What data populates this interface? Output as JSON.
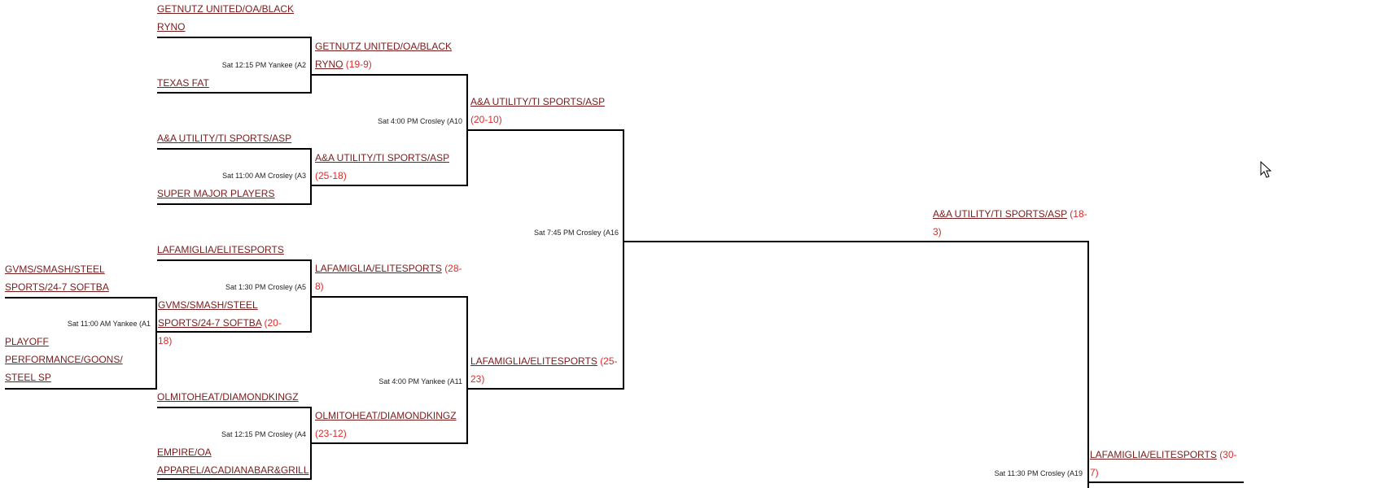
{
  "bracket": {
    "r1": {
      "a2_top": "GETNUTZ UNITED/OA/BLACK RYNO",
      "a2_bottom": "TEXAS FAT",
      "a3_top": "A&A UTILITY/TI SPORTS/ASP",
      "a3_bottom": "SUPER MAJOR PLAYERS",
      "a5_top": "LAFAMIGLIA/ELITESPORTS",
      "a4_top": "OLMITOHEAT/DIAMONDKINGZ",
      "a4_bottom": "EMPIRE/OA APPAREL/ACADIANABAR&GRILL"
    },
    "r0": {
      "a1_top": "GVMS/SMASH/STEEL SPORTS/24-7 SOFTBA",
      "a1_bottom": "PLAYOFF PERFORMANCE/GOONS/ STEEL SP"
    },
    "games": {
      "a1": "Sat 11:00 AM Yankee   (A1",
      "a2": "Sat 12:15 PM Yankee   (A2",
      "a3": "Sat 11:00 AM Crosley   (A3",
      "a5": "Sat 1:30 PM Crosley   (A5",
      "a4": "Sat 12:15 PM Crosley   (A4",
      "a10": "Sat 4:00 PM Crosley   (A10",
      "a11": "Sat 4:00 PM Yankee   (A11",
      "a16": "Sat 7:45 PM Crosley   (A16",
      "a19": "Sat 11:30 PM Crosley   (A19"
    },
    "winners": {
      "a1": {
        "team": "GVMS/SMASH/STEEL SPORTS/24-7 SOFTBA",
        "score": "(20-18)"
      },
      "a2": {
        "team": "GETNUTZ UNITED/OA/BLACK RYNO",
        "score": "(19-9)"
      },
      "a3": {
        "team": "A&A UTILITY/TI SPORTS/ASP",
        "score": "(25-18)"
      },
      "a5": {
        "team": "LAFAMIGLIA/ELITESPORTS",
        "score": "(28-8)"
      },
      "a4": {
        "team": "OLMITOHEAT/DIAMONDKINGZ",
        "score": "(23-12)"
      },
      "a10": {
        "team": "A&A UTILITY/TI SPORTS/ASP",
        "score": "(20-10)"
      },
      "a11": {
        "team": "LAFAMIGLIA/ELITESPORTS",
        "score": "(25-23)"
      },
      "a16": {
        "team": "A&A UTILITY/TI SPORTS/ASP",
        "score": "(18-3)"
      },
      "a19": {
        "team": "LAFAMIGLIA/ELITESPORTS",
        "score": "(30-7)"
      }
    }
  },
  "colors": {
    "link": "#7a1b1b",
    "score": "#e0292a",
    "line": "#000000"
  },
  "icons": {
    "cursor": "mouse-pointer-icon"
  }
}
